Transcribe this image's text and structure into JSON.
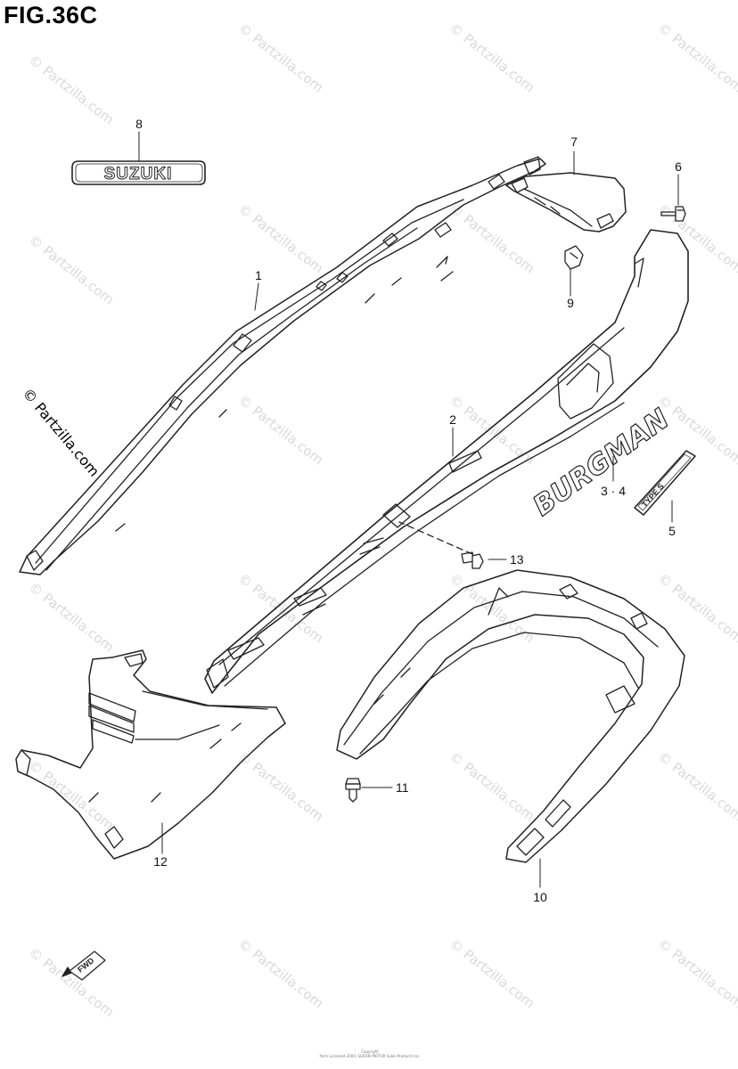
{
  "figure": {
    "title": "FIG.36C",
    "watermark": "© Partzilla.com",
    "side_watermark": "© Partzilla.com",
    "copyright_line1": "Copyright",
    "copyright_line2": "Parts Licensed 2004, SUZUKI MOTOR Sales Products Inc."
  },
  "labels": {
    "brand_emblem": "SUZUKI",
    "model_name": "BURGMAN",
    "type_badge": "TYPE S",
    "fwd_arrow": "FWD"
  },
  "callouts": [
    {
      "id": "callout-1",
      "text": "1"
    },
    {
      "id": "callout-2",
      "text": "2"
    },
    {
      "id": "callout-3-4",
      "text": "3 · 4"
    },
    {
      "id": "callout-5",
      "text": "5"
    },
    {
      "id": "callout-6",
      "text": "6"
    },
    {
      "id": "callout-7",
      "text": "7"
    },
    {
      "id": "callout-8",
      "text": "8"
    },
    {
      "id": "callout-9",
      "text": "9"
    },
    {
      "id": "callout-10",
      "text": "10"
    },
    {
      "id": "callout-11",
      "text": "11"
    },
    {
      "id": "callout-12",
      "text": "12"
    },
    {
      "id": "callout-13",
      "text": "13"
    }
  ],
  "colors": {
    "line": "#222222",
    "watermark": "#d9d9d9"
  }
}
